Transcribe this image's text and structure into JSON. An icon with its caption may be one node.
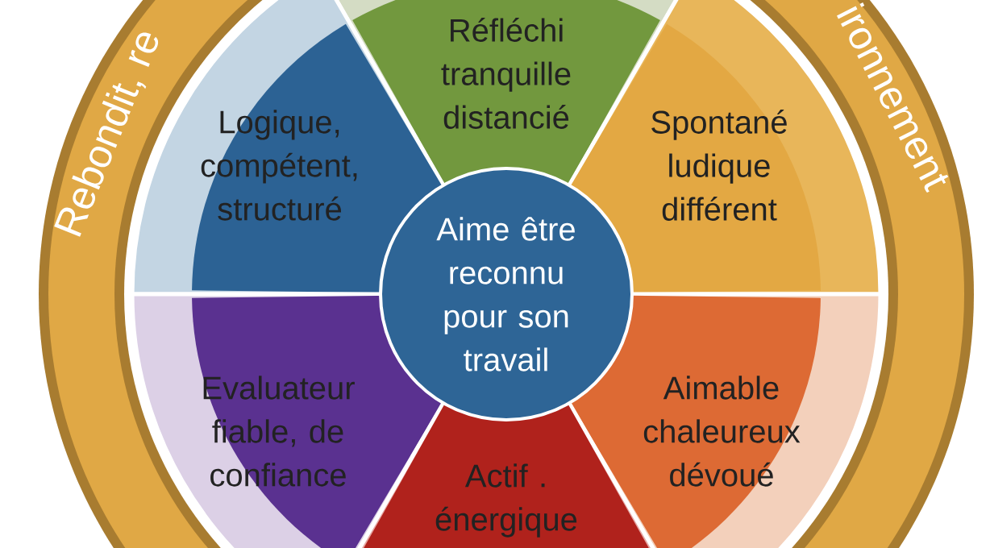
{
  "diagram": {
    "nodes": [
      {
        "text": [
          "Rebondit, re",
          "ironnement"
        ]
      },
      {
        "text": [
          "Réfléchi tranquille distancié"
        ],
        "in": 0
      },
      {
        "text": [
          "Logique, compétent, structuré"
        ],
        "in": 0
      },
      {
        "text": [
          "Spontané ludique différent"
        ],
        "in": 0
      },
      {
        "text": [
          "Aime être reconnu pour son travail"
        ],
        "in": 0
      },
      {
        "text": [
          "Evaluateur fiable, de confiance"
        ],
        "in": 0
      },
      {
        "text": [
          "Aimable chaleureux dévoué"
        ],
        "in": 0
      },
      {
        "text": [
          "Actif . énergique"
        ],
        "in": 0
      }
    ]
  }
}
